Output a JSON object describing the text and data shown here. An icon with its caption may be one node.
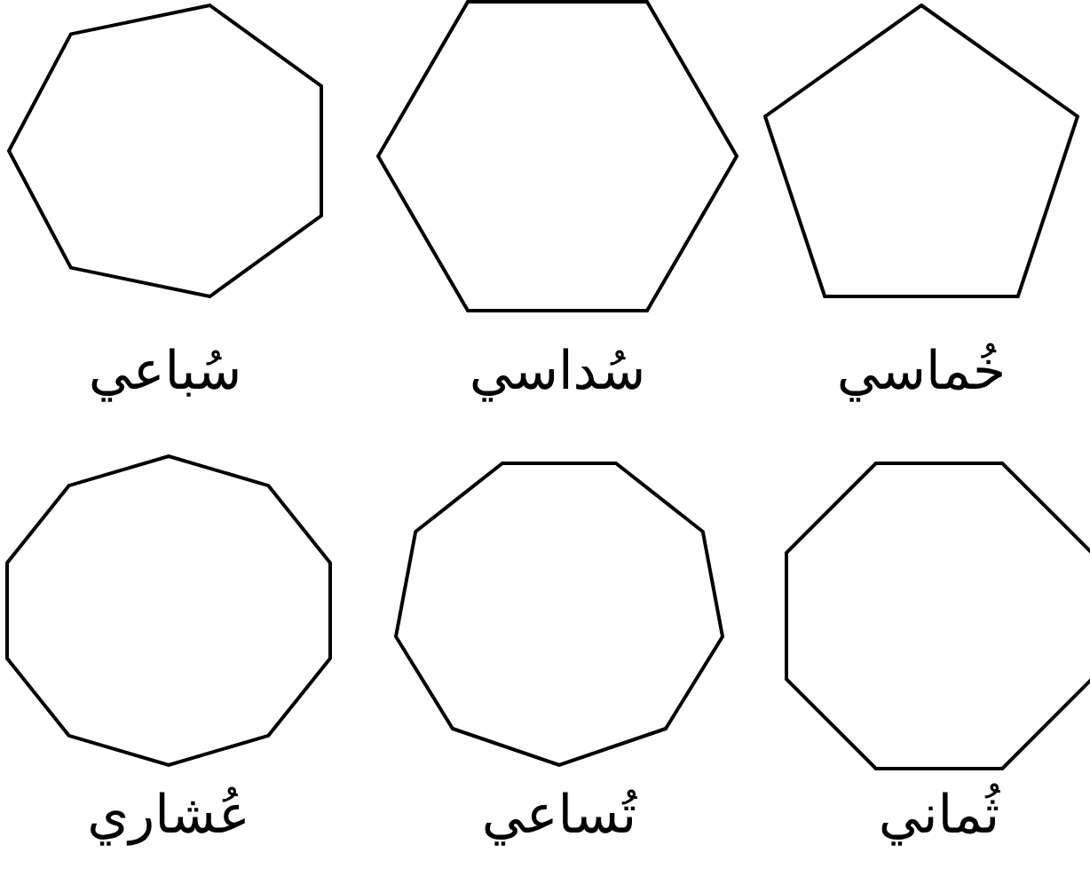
{
  "diagram": {
    "nodes": [
      {
        "text": [
          "سُباعي"
        ]
      },
      {
        "text": [
          "سُداسي"
        ]
      },
      {
        "text": [
          "خُماسي"
        ]
      },
      {
        "text": [
          "عُشاري"
        ]
      },
      {
        "text": [
          "تُساعي"
        ]
      },
      {
        "text": [
          "ثُماني"
        ]
      }
    ]
  }
}
